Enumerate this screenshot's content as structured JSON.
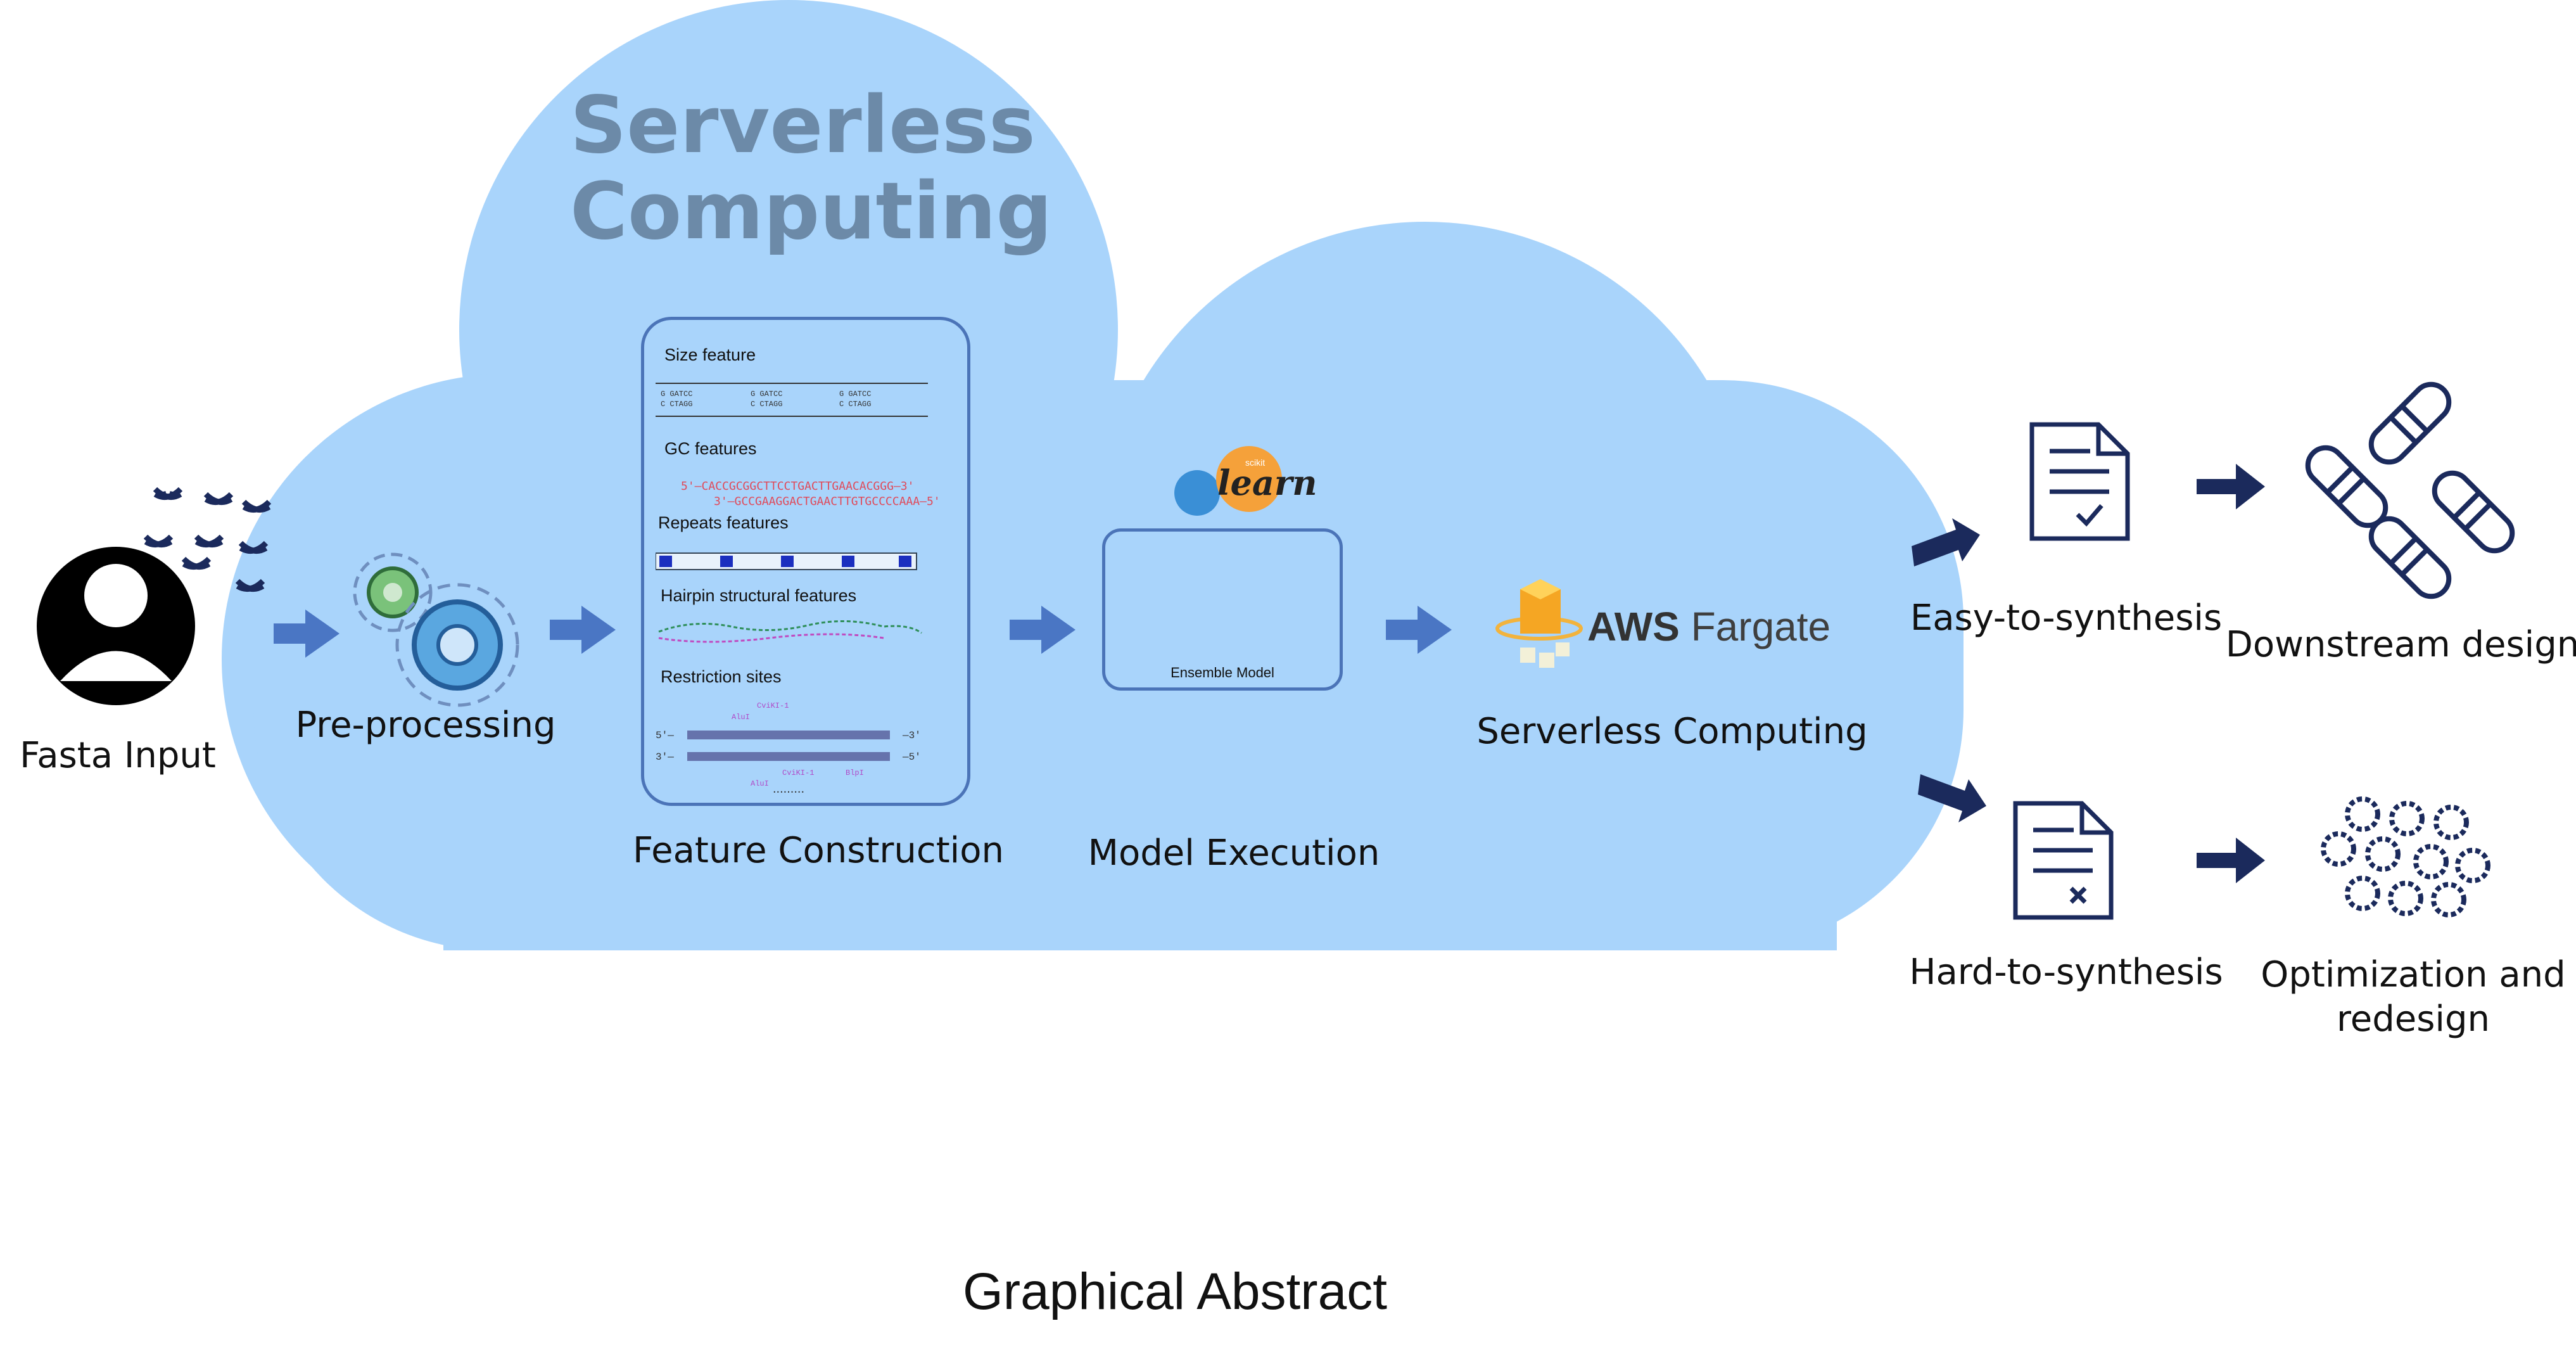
{
  "cloud": {
    "title_line1": "Serverless",
    "title_line2": "Computing"
  },
  "steps": {
    "fasta": "Fasta Input",
    "preprocessing": "Pre-processing",
    "feature_construction": "Feature Construction",
    "model_execution": "Model Execution",
    "serverless": "Serverless Computing"
  },
  "features": {
    "size": "Size feature",
    "gc": "GC features",
    "repeats": "Repeats features",
    "hairpin": "Hairpin structural features",
    "restriction": "Restriction sites",
    "gc_seq_top": "5'—CACCGCGGCTTCCTGACTTGAACACGGG—3'",
    "gc_seq_bottom": "3'—GCCGAAGGACTGAACTTGTGCCCCAAA—5'"
  },
  "model": {
    "caption": "Ensemble Model",
    "sklearn_small": "scikit",
    "sklearn_logo": "learn"
  },
  "aws": {
    "brand": "AWS",
    "product": "Fargate"
  },
  "outcomes": {
    "easy": "Easy-to-synthesis",
    "hard": "Hard-to-synthesis",
    "downstream": "Downstream design",
    "optimization_line1": "Optimization and",
    "optimization_line2": "redesign"
  },
  "footer": "Graphical Abstract",
  "colors": {
    "cloud": "#a9d4fb",
    "arrow": "#4a76c4",
    "navy": "#1b2a5c",
    "title": "#6c8aa8",
    "box_border": "#4b74b8"
  }
}
